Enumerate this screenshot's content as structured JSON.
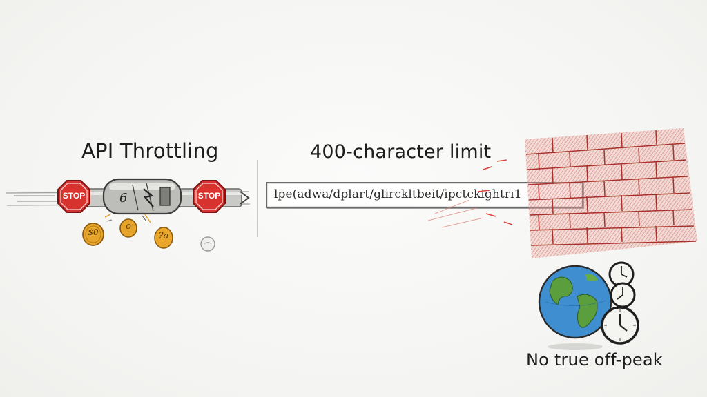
{
  "labels": {
    "api_throttling": "API Throttling",
    "character_limit": "400-character limit",
    "off_peak": "No true off-peak",
    "url_text": "lpe(adwa/dplart/glirckltbeit/ipctckightrı1"
  },
  "stop_signs": [
    {
      "text": "STOP"
    },
    {
      "text": "STOP"
    }
  ],
  "coins": [
    {
      "text": "$0"
    },
    {
      "text": "o"
    },
    {
      "text": "?a"
    },
    {
      "text": ""
    }
  ],
  "colors": {
    "stop_red": "#d8322e",
    "brick_red": "#c7473e",
    "coin_gold": "#e8a72a",
    "globe_ocean": "#3f8fd0",
    "globe_land": "#5a9e3e",
    "pipe_gray": "#9a9a9a"
  },
  "icons": [
    "stop-sign-icon",
    "coin-icon",
    "brick-wall-icon",
    "globe-icon",
    "clock-icon"
  ]
}
